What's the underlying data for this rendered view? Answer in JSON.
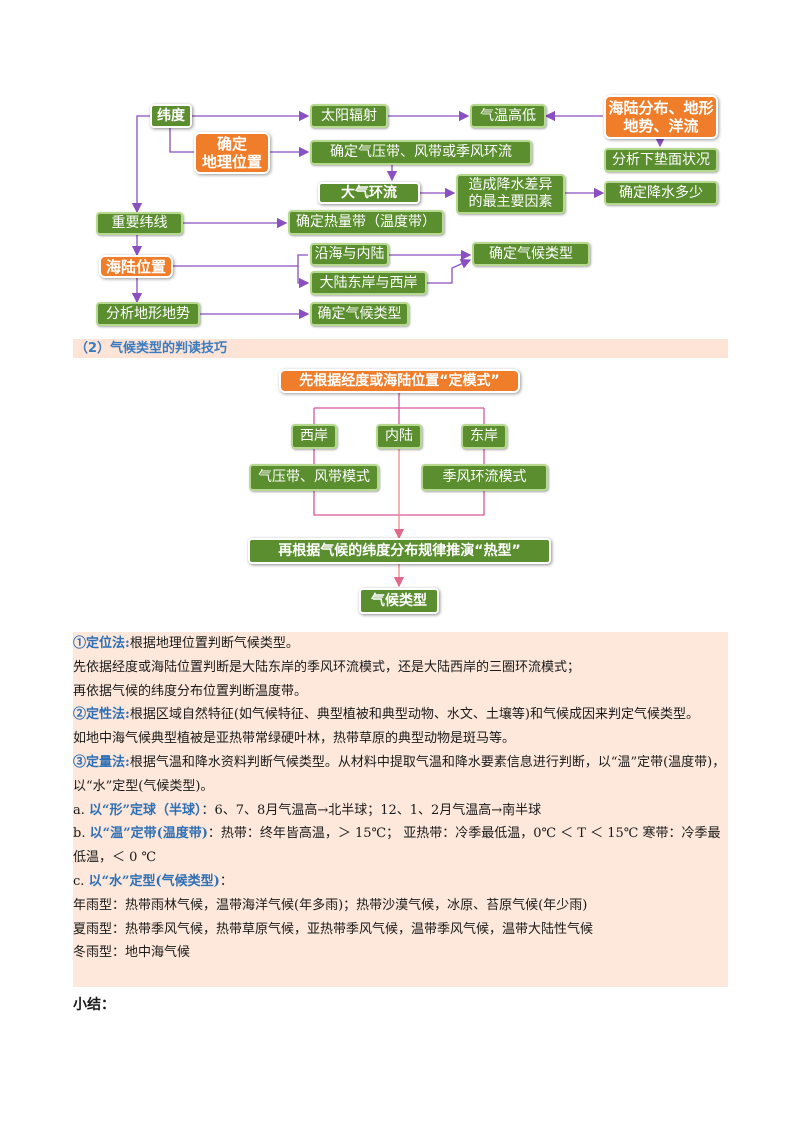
{
  "flow1": {
    "weidu": "纬度",
    "taiyang": "太阳辐射",
    "qiwen": "气温高低",
    "haiyou": [
      "海陆分布、地形",
      "地势、洋流"
    ],
    "queding_dili": [
      "确定",
      "地理位置"
    ],
    "qiya": "确定气压带、风带或季风环流",
    "xiadian": "分析下垫面状况",
    "daqi": "大气环流",
    "zaocheng": [
      "造成降水差异",
      "的最主要因素"
    ],
    "jiangshui": "确定降水多少",
    "zhongyao": "重要纬线",
    "redai": "确定热量带（温度带）",
    "haiwei": "海陆位置",
    "yanhai": "沿海与内陆",
    "dalu": "大陆东岸与西岸",
    "qihou1": "确定气候类型",
    "dixing": "分析地形地势",
    "qihou2": "确定气候类型"
  },
  "section2": "（2）气候类型的判读技巧",
  "flow2": {
    "top": "先根据经度或海陆位置“定模式”",
    "xian": "西岸",
    "neilu": "内陆",
    "dongan": "东岸",
    "qiyamoshi": "气压带、风带模式",
    "jifengmoshi": "季风环流模式",
    "zai": "再根据气候的纬度分布规律推演“热型”",
    "leixing": "气候类型"
  },
  "text": {
    "l1_label": "①定位法:",
    "l1_rest": "根据地理位置判断气候类型。",
    "l2": "先依据经度或海陆位置判断是大陆东岸的季风环流模式，还是大陆西岸的三圈环流模式；",
    "l3": "再依据气候的纬度分布位置判断温度带。",
    "l4_label": "②定性法:",
    "l4_rest": "根据区域自然特征(如气候特征、典型植被和典型动物、水文、土壤等)和气候成因来判定气候类型。",
    "l6": "如地中海气候典型植被是亚热带常绿硬叶林，热带草原的典型动物是斑马等。",
    "l7_label": "③定量法:",
    "l7_rest": "根据气温和降水资料判断气候类型。从材料中提取气温和降水要素信息进行判断，以“温”定带(温度带)，以“水”定型(气候类型)。",
    "l9_pre": "a.",
    "l9_label": "以“形”定球（半球）",
    "l9_rest": "：6、7、8月气温高→北半球；12、1、2月气温高→南半球",
    "l10_pre": "b.",
    "l10_label": "以“温”定带(温度带)",
    "l10_rest": "：热带：终年皆高温，＞ 15℃；  亚热带：冷季最低温，0℃ ＜ T ＜ 15℃     寒带：冷季最低温，＜ 0 ℃",
    "l12_pre": "c.",
    "l12_label": "以“水”定型(气候类型)",
    "l12_rest": "：",
    "l13": "年雨型：热带雨林气候，温带海洋气候(年多雨)；热带沙漠气候，冰原、苔原气候(年少雨)",
    "l14": "夏雨型：热带季风气候，热带草原气候，亚热带季风气候，温带季风气候，温带大陆性气候",
    "l15": "冬雨型：地中海气候"
  },
  "summary": "小结："
}
